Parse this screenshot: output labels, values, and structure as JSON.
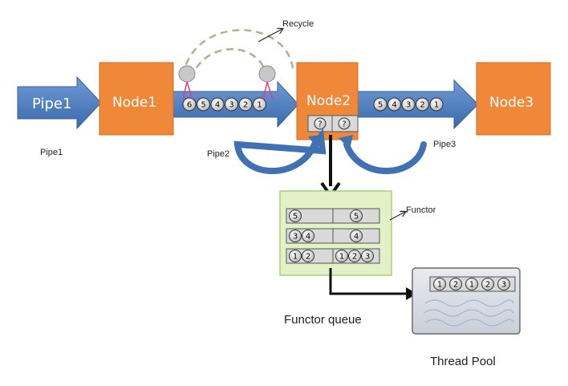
{
  "pipes": {
    "pipe1_arrow": "Pipe1",
    "pipe1_caption": "Pipe1",
    "pipe2_caption": "Pipe2",
    "pipe3_caption": "Pipe3"
  },
  "nodes": {
    "node1": "Node1",
    "node2": "Node2",
    "node3": "Node3"
  },
  "labels": {
    "recycle": "Recycle",
    "functor": "Functor",
    "functor_queue": "Functor queue",
    "thread_pool": "Thread Pool"
  },
  "pipe2_items": [
    "6",
    "5",
    "4",
    "3",
    "2",
    "1"
  ],
  "pipe3_items": [
    "5",
    "4",
    "3",
    "2",
    "1"
  ],
  "node2_slots": [
    "?",
    "?"
  ],
  "functor_rows": [
    {
      "left": [
        "5"
      ],
      "right": [
        "5"
      ]
    },
    {
      "left": [
        "3",
        "4"
      ],
      "right": [
        "4"
      ]
    },
    {
      "left": [
        "1",
        "2"
      ],
      "right": [
        "1",
        "2",
        "3"
      ]
    }
  ],
  "thread_pool_items": [
    "1",
    "2",
    "1",
    "2",
    "3"
  ],
  "colors": {
    "pipe_blue": "#4a7fc1",
    "node_orange": "#f0883a",
    "functor_green": "#e2f2c6",
    "recycle_dash": "#b8ae8e"
  }
}
